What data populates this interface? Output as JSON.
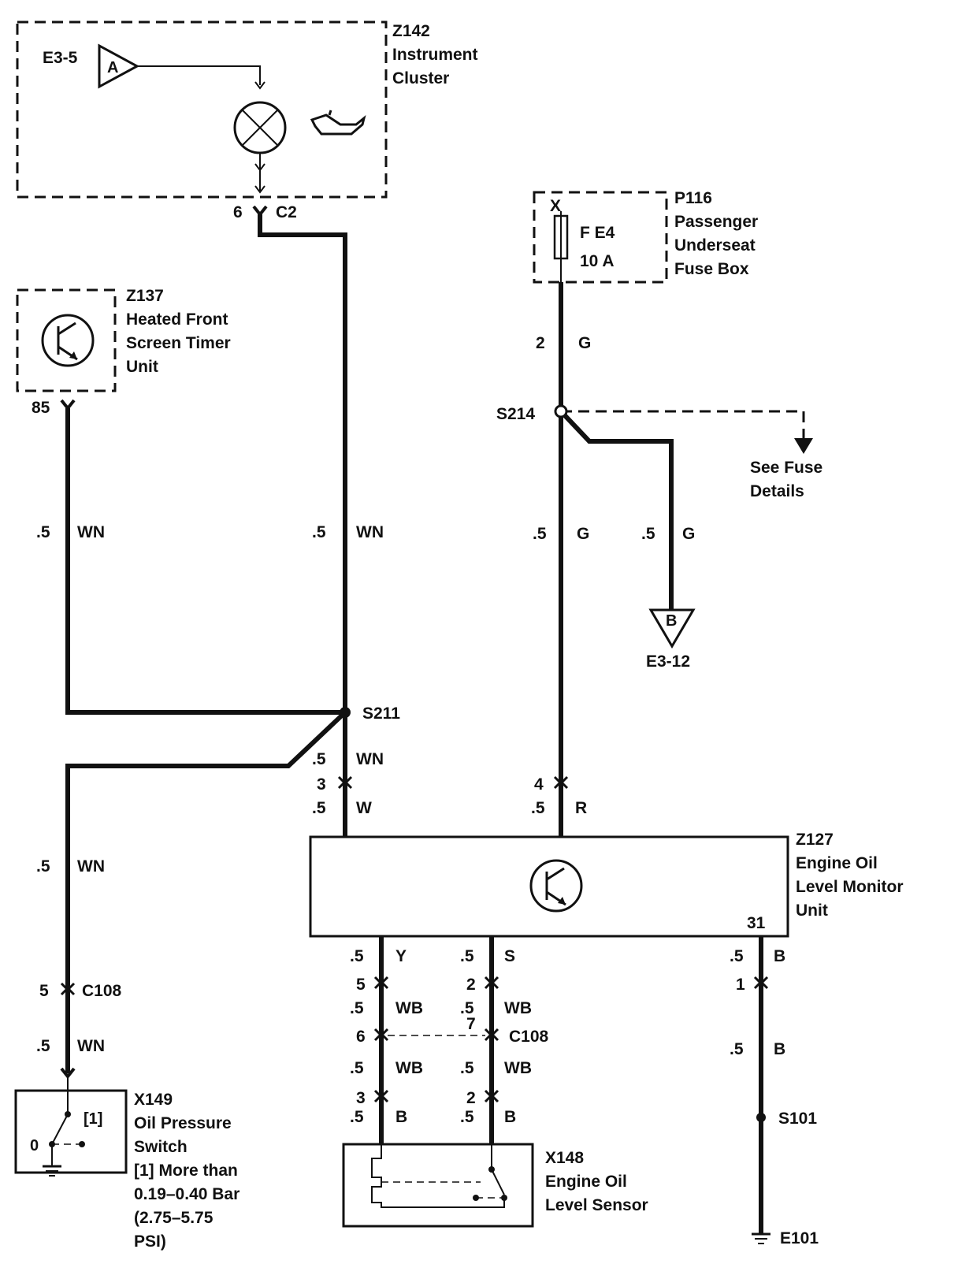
{
  "components": {
    "z142": {
      "id": "Z142",
      "line1": "Instrument",
      "line2": "Cluster",
      "ref_in": "E3-5",
      "tri_letter": "A",
      "pin": "6",
      "conn": "C2"
    },
    "p116": {
      "id": "P116",
      "line1": "Passenger",
      "line2": "Underseat",
      "line3": "Fuse Box",
      "x_label": "X",
      "fuse_name": "F E4",
      "fuse_rating": "10 A"
    },
    "z137": {
      "id": "Z137",
      "line1": "Heated Front",
      "line2": "Screen Timer",
      "line3": "Unit",
      "pin": "85"
    },
    "z127": {
      "id": "Z127",
      "line1": "Engine Oil",
      "line2": "Level Monitor",
      "line3": "Unit",
      "pin": "31"
    },
    "x149": {
      "id": "X149",
      "line1": "Oil Pressure",
      "line2": "Switch",
      "line3": "[1]  More than",
      "line4": "0.19–0.40 Bar",
      "line5": "(2.75–5.75",
      "line6": "PSI)",
      "contact_label": "[1]",
      "zero_label": "0"
    },
    "x148": {
      "id": "X148",
      "line1": "Engine Oil",
      "line2": "Level Sensor"
    }
  },
  "wires": {
    "g_top": {
      "size": "2",
      "color": "G"
    },
    "wn_left": {
      "size": ".5",
      "color": "WN"
    },
    "wn_center": {
      "size": ".5",
      "color": "WN"
    },
    "g_mid": {
      "size": ".5",
      "color": "G"
    },
    "g_branch": {
      "size": ".5",
      "color": "G"
    },
    "wn_below_s211": {
      "size": ".5",
      "color": "WN"
    },
    "w_center": {
      "size": ".5",
      "color": "W"
    },
    "r_center": {
      "size": ".5",
      "color": "R"
    },
    "wn_lower_left": {
      "size": ".5",
      "color": "WN"
    },
    "wn_bottom_left": {
      "size": ".5",
      "color": "WN"
    },
    "y_wire": {
      "size": ".5",
      "color": "Y"
    },
    "s_wire": {
      "size": ".5",
      "color": "S"
    },
    "b_wire_right": {
      "size": ".5",
      "color": "B"
    },
    "wb_a1": {
      "size": ".5",
      "color": "WB"
    },
    "wb_b1": {
      "size": ".5",
      "color": "WB"
    },
    "wb_a2": {
      "size": ".5",
      "color": "WB"
    },
    "wb_b2": {
      "size": ".5",
      "color": "WB"
    },
    "b_a": {
      "size": ".5",
      "color": "B"
    },
    "b_b": {
      "size": ".5",
      "color": "B"
    },
    "b_right_lower": {
      "size": ".5",
      "color": "B"
    }
  },
  "splices": {
    "s214": "S214",
    "s211": "S211",
    "s101": "S101"
  },
  "connectors": {
    "c3": "3",
    "c4": "4",
    "c108_left": "C108",
    "c108_left_pin": "5",
    "c5": "5",
    "c2a": "2",
    "c6": "6",
    "c7": "7",
    "c108_mid": "C108",
    "c3b": "3",
    "c2b": "2",
    "c1": "1"
  },
  "refs": {
    "see_fuse_1": "See Fuse",
    "see_fuse_2": "Details",
    "e3_12": "E3-12",
    "tri_b": "B",
    "ground": "E101"
  }
}
